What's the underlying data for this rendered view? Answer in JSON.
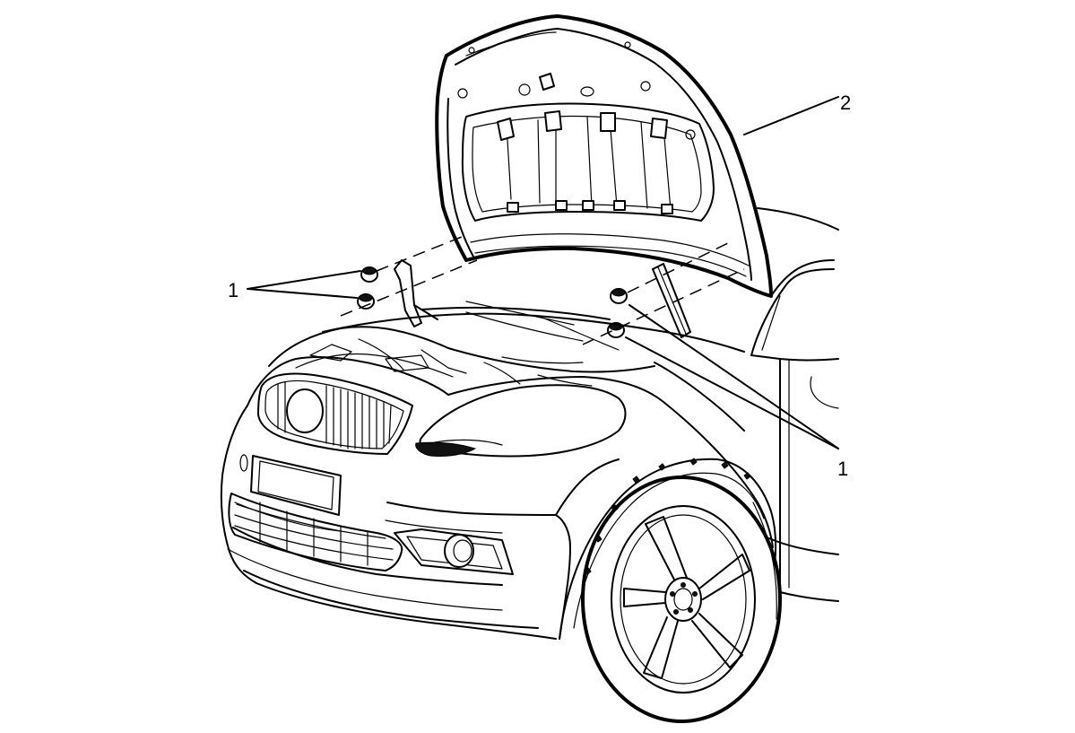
{
  "callouts": {
    "label_1_left": "1",
    "label_1_right": "1",
    "label_2": "2"
  },
  "icons": [
    "hood-icon",
    "vehicle-front-icon",
    "wheel-icon",
    "bumper-icon",
    "hood-bumper-icon",
    "grille-icon",
    "headlamp-icon"
  ],
  "colors": {
    "line": "#000000",
    "background": "#ffffff"
  }
}
